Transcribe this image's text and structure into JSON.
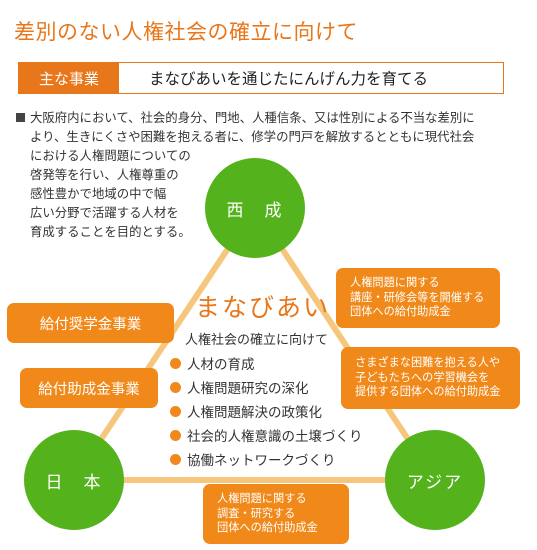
{
  "title": "差別のない人権社会の確立に向けて",
  "subheader": {
    "tag": "主な事業",
    "text": "まなびあいを通じたにんげん力を育てる"
  },
  "description": [
    "大阪府内において、社会的身分、門地、人種信条、又は性別による不当な差別に",
    "より、生きにくさや困難を抱える者に、修学の門戸を解放するとともに現代社会",
    "における人権問題についての",
    "啓発等を行い、人権尊重の",
    "感性豊かで地域の中で幅",
    "広い分野で活躍する人材を",
    "育成することを目的とする。"
  ],
  "nodes": {
    "top": "西　成",
    "left": "日　本",
    "right": "アジア"
  },
  "boxes": {
    "scholarship": "給付奨学金事業",
    "grant": "給付助成金事業",
    "right_top": [
      "人権問題に関する",
      "講座・研修会等を開催する",
      "団体への給付助成金"
    ],
    "right_mid": [
      "さまざまな困難を抱える人や",
      "子どもたちへの学習機会を",
      "提供する団体への給付助成金"
    ],
    "bottom": [
      "人権問題に関する",
      "調査・研究する",
      "団体への給付助成金"
    ]
  },
  "center": {
    "heading": "まなびあい",
    "subheading": "人権社会の確立に向けて",
    "items": [
      "人材の育成",
      "人権問題研究の深化",
      "人権問題解決の政策化",
      "社会的人権意識の土壌づくり",
      "協働ネットワークづくり"
    ]
  },
  "colors": {
    "orange": "#f0891a",
    "green": "#54b31c",
    "triangle": "#f7c67d"
  }
}
